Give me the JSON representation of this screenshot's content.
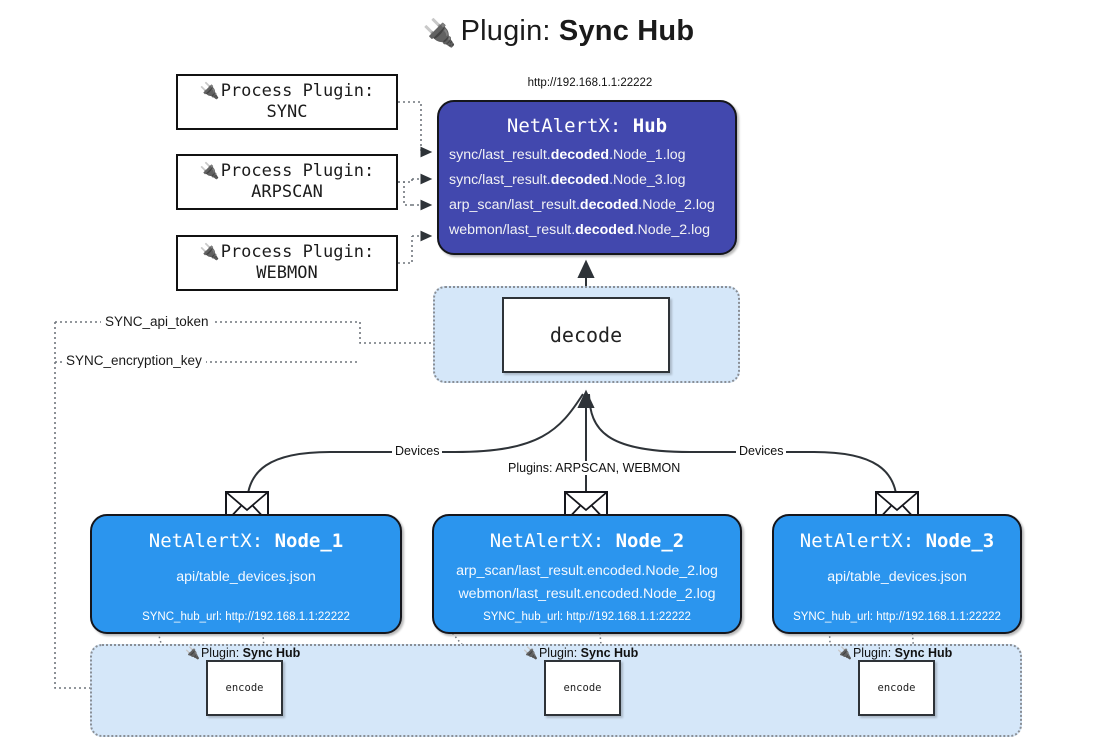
{
  "title": {
    "icon": "plug-icon",
    "glyph": "🔌",
    "prefix": "Plugin: ",
    "name": "Sync Hub"
  },
  "hub": {
    "url_label": "http://192.168.1.1:22222",
    "title_prefix": "NetAlertX: ",
    "title_name": "Hub",
    "loglines": [
      {
        "pre": "sync/last_result.",
        "em": "decoded",
        "post": ".Node_1.log"
      },
      {
        "pre": "sync/last_result.",
        "em": "decoded",
        "post": ".Node_3.log"
      },
      {
        "pre": "arp_scan/last_result.",
        "em": "decoded",
        "post": ".Node_2.log"
      },
      {
        "pre": "webmon/last_result.",
        "em": "decoded",
        "post": ".Node_2.log"
      }
    ]
  },
  "process_plugins": [
    {
      "glyph": "🔌",
      "line1": "Process Plugin:",
      "line2": "SYNC"
    },
    {
      "glyph": "🔌",
      "line1": "Process Plugin:",
      "line2": "ARPSCAN"
    },
    {
      "glyph": "🔌",
      "line1": "Process Plugin:",
      "line2": "WEBMON"
    }
  ],
  "decode": {
    "label": "decode"
  },
  "keys": {
    "api_token": "SYNC_api_token",
    "encryption_key": "SYNC_encryption_key"
  },
  "edges": {
    "devices_left": "Devices",
    "devices_right": "Devices",
    "plugins_mid": "Plugins: ARPSCAN, WEBMON"
  },
  "nodes": [
    {
      "title_prefix": "NetAlertX: ",
      "title_name": "Node_1",
      "lines": [
        "api/table_devices.json"
      ],
      "footer": "SYNC_hub_url: http://192.168.1.1:22222"
    },
    {
      "title_prefix": "NetAlertX: ",
      "title_name": "Node_2",
      "lines": [
        "arp_scan/last_result.encoded.Node_2.log",
        "webmon/last_result.encoded.Node_2.log"
      ],
      "footer": "SYNC_hub_url: http://192.168.1.1:22222"
    },
    {
      "title_prefix": "NetAlertX: ",
      "title_name": "Node_3",
      "lines": [
        "api/table_devices.json"
      ],
      "footer": "SYNC_hub_url: http://192.168.1.1:22222"
    }
  ],
  "encode_groups": [
    {
      "glyph": "🔌",
      "label_prefix": "Plugin: ",
      "label_name": "Sync Hub",
      "box": "encode"
    },
    {
      "glyph": "🔌",
      "label_prefix": "Plugin: ",
      "label_name": "Sync Hub",
      "box": "encode"
    },
    {
      "glyph": "🔌",
      "label_prefix": "Plugin: ",
      "label_name": "Sync Hub",
      "box": "encode"
    }
  ],
  "colors": {
    "hub_fill": "#4248AE",
    "node_fill": "#2B95EE",
    "container_fill": "#D5E7F9",
    "stroke": "#15161c",
    "dotted": "#8a8f96"
  }
}
